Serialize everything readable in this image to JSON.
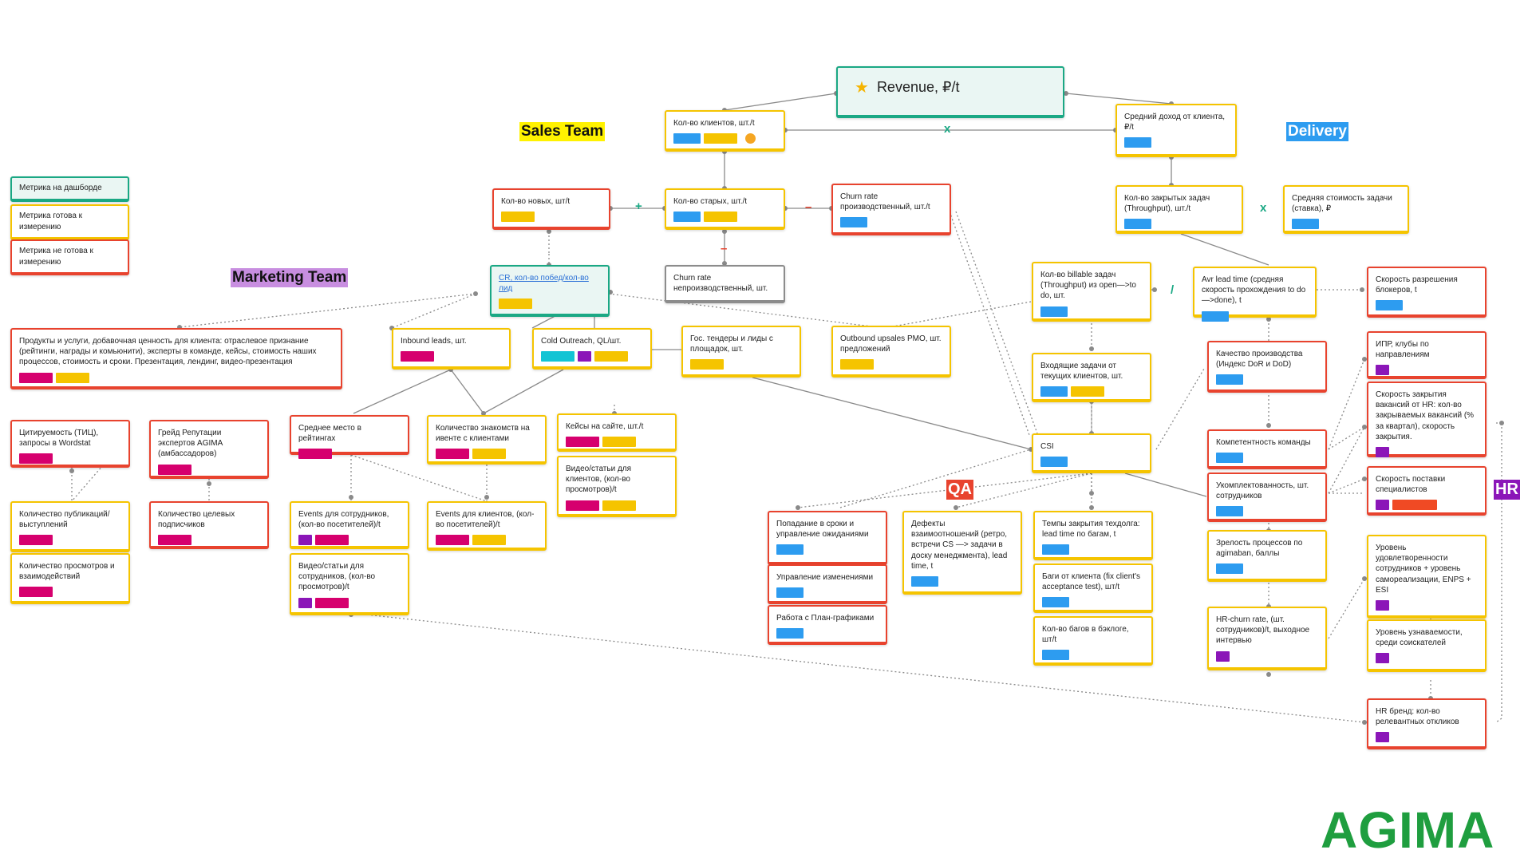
{
  "labels": {
    "sales": "Sales Team",
    "delivery": "Delivery",
    "marketing": "Marketing Team",
    "qa": "QA",
    "hr": "HR"
  },
  "legend": {
    "dashboard": "Метрика на дашборде",
    "ready": "Метрика готова к измерению",
    "not_ready": "Метрика не готова к измерению"
  },
  "operators": {
    "times": "x",
    "plus": "+",
    "minus": "–",
    "divide": "/"
  },
  "colors": {
    "blue": "#2d9cf0",
    "yellow": "#f5c400",
    "pink": "#d6006e",
    "cyan": "#12c4d4",
    "purple": "#8b16b8",
    "orange": "#f04a24",
    "teal": "#1aa884",
    "red": "#e8432e"
  },
  "nodes": {
    "revenue": "Revenue, ₽/t",
    "clients_count": "Кол-во клиентов, шт./t",
    "avg_income": "Средний доход от клиента, ₽/t",
    "new_count": "Кол-во новых, шт/t",
    "old_count": "Кол-во старых, шт./t",
    "churn_prod": "Churn rate производственный, шт./t",
    "churn_nonprod": "Churn rate непроизводственный, шт.",
    "closed_tasks": "Кол-во закрытых задач (Throughput), шт./t",
    "avg_task_cost": "Средняя стоимость задачи (ставка), ₽",
    "cr": "CR, кол-во побед/кол-во лид",
    "products": "Продукты и услуги, добавочная ценность для клиента: отраслевое признание (рейтинги, награды и комьюнити), эксперты в команде, кейсы, стоимость наших процессов, стоимость и сроки. Презентация, лендинг, видео-презентация",
    "inbound": "Inbound leads, шт.",
    "cold": "Cold Outreach, QL/шт.",
    "tenders": "Гос. тендеры и лиды с площадок, шт.",
    "upsales": "Outbound upsales PMO, шт. предложений",
    "billable": "Кол-во billable задач (Throughput) из open—>to do, шт.",
    "lead_time": "Avr lead time (средняя скорость прохождения to do—>done), t",
    "blockers": "Скорость разрешения блокеров, t",
    "incoming": "Входящие задачи от текущих клиентов, шт.",
    "quality": "Качество производства (Индекс DoR и DoD)",
    "ipr": "ИПР, клубы по направлениям",
    "closing_speed": "Скорость закрытия вакансий от HR: кол-во закрываемых вакансий (% за квартал), скорость закрытия.",
    "citation": "Цитируемость (ТИЦ), запросы в Wordstat",
    "reputation": "Грейд Репутации экспертов AGIMA (амбассадоров)",
    "rating": "Среднее место в рейтингах",
    "acquaintances": "Количество знакомств на ивенте с клиентами",
    "cases": "Кейсы на сайте, шт./t",
    "video_clients": "Видео/статьи для клиентов, (кол-во просмотров)/t",
    "csi": "CSI",
    "competence": "Компетентность команды",
    "staffing": "Укомплектованность, шт. сотрудников",
    "supply_speed": "Скорость поставки специалистов",
    "publications": "Количество публикаций/ выступлений",
    "subscribers": "Количество целевых подписчиков",
    "views": "Количество просмотров и взаимодействий",
    "events_staff": "Events для сотрудников, (кол-во посетителей)/t",
    "events_clients": "Events для клиентов, (кол-во посетителей)/t",
    "video_staff": "Видео/статьи для сотрудников, (кол-во просмотров)/t",
    "deadlines": "Попадание в сроки и управление ожиданиями",
    "changes": "Управление изменениями",
    "schedule": "Работа с План-графиками",
    "defects": "Дефекты взаимоотношений (ретро, встречи CS —> задачи в доску менеджмента), lead time, t",
    "techdebt": "Темпы закрытия техдолга: lead time по багам, t",
    "client_bugs": "Баги от клиента (fix client's acceptance test), шт/t",
    "backlog_bugs": "Кол-во багов в бэклоге, шт/t",
    "maturity": "Зрелость процессов по agimaban, баллы",
    "hr_churn": "HR-churn rate, (шт. сотрудников)/t, выходное интервью",
    "satisfaction": "Уровень удовлетворенности сотрудников + уровень самореализации, ENPS + ESI",
    "recognition": "Уровень узнаваемости, среди соискателей",
    "hr_brand": "HR бренд: кол-во релевантных откликов"
  },
  "logo": "AGIMA"
}
